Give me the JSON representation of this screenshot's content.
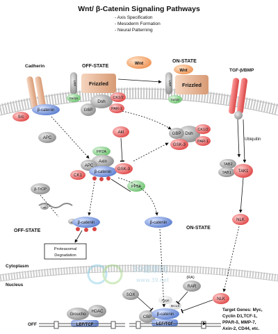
{
  "title": "Wnt/ β-Catenin Signaling Pathways",
  "bullets": [
    "- Axis Specification",
    "- Mesoderm Formation",
    "- Neural Patterning"
  ],
  "compartments": {
    "cytoplasm": "Cytoplasm",
    "nucleus": "Nucleus"
  },
  "states": {
    "off_top": "OFF-STATE",
    "on_top": "ON-STATE",
    "off_mid": "OFF-STATE",
    "on_mid": "ON-STATE",
    "off_bottom": "OFF"
  },
  "receptors": {
    "cadherin": "Cadherin",
    "lrp_off": "LRP",
    "frizzled_off": "Frizzled",
    "lrp_on": "LRP",
    "frizzled_on": "Frizzled",
    "tgf": "TGF-β/BMP"
  },
  "nodes": {
    "wnt_free": "Wnt",
    "wnt_bound": "Wnt",
    "galpha_off": "Gα/q/o",
    "galpha_on": "Gα/q/o",
    "src": "Src",
    "bcat_membrane": "β-catenin",
    "dsh_off": "Dsh",
    "gbp_off": "GBP",
    "ck12_off": "CK1/2",
    "par1_off": "PAR-1",
    "apc_free": "APC",
    "akt": "Akt",
    "gbp_on": "GBP",
    "dsh_on": "Dsh",
    "ck12_on": "CK1/2",
    "gsk3_on": "GSK-3",
    "par1_on": "PAR-1",
    "pp2a_complex": "PP2A",
    "axin": "Axin",
    "apc_complex": "APC",
    "bcat_complex": "β-catenin",
    "gsk3_complex": "GSK-3",
    "ck1_complex": "CK1",
    "pp2a_free": "PP2A",
    "btrcp": "β-TrCP",
    "ub_small": "ub",
    "ub_deg": "ub",
    "bcat_deg": "β-catenin",
    "bcat_free": "β-catenin",
    "ubiquitin": "Ubiquitin",
    "tab2": "TAB2",
    "tab1": "TAB1",
    "tak1": "TAK1",
    "nlk_cyto": "NLK",
    "nlk_nuc": "NLK",
    "sox": "SOX",
    "ra": "(RA)",
    "rar": "RAR",
    "pygo": "Pygo",
    "bcl9": "BCL9",
    "cbp": "CBP",
    "bcat_nuc": "β-catenin",
    "leftcf_on": "LEF/TCF",
    "groucho": "Groucho",
    "hdac": "HDAC",
    "leftcf_off": "LEF/TCF",
    "p": "P"
  },
  "proteasome_label": "Proteasomal\nDegradation",
  "target_genes": [
    "Target Genes: Myc,",
    "Cyclin D1,TCF-1,",
    "PPAR-δ, MMP-7,",
    "Axin-2, CD44, etc."
  ],
  "watermark": {
    "text": "39健康网",
    "url": "www.39.net"
  },
  "colors": {
    "membrane": "#bbbbbb",
    "red": "#e85c5c",
    "blue": "#6e8ed6",
    "gray": "#9a9a9a",
    "green": "#88d08a",
    "orange": "#f3a66a",
    "tan": "#e7b99a",
    "nucleus": "#cccccc"
  }
}
